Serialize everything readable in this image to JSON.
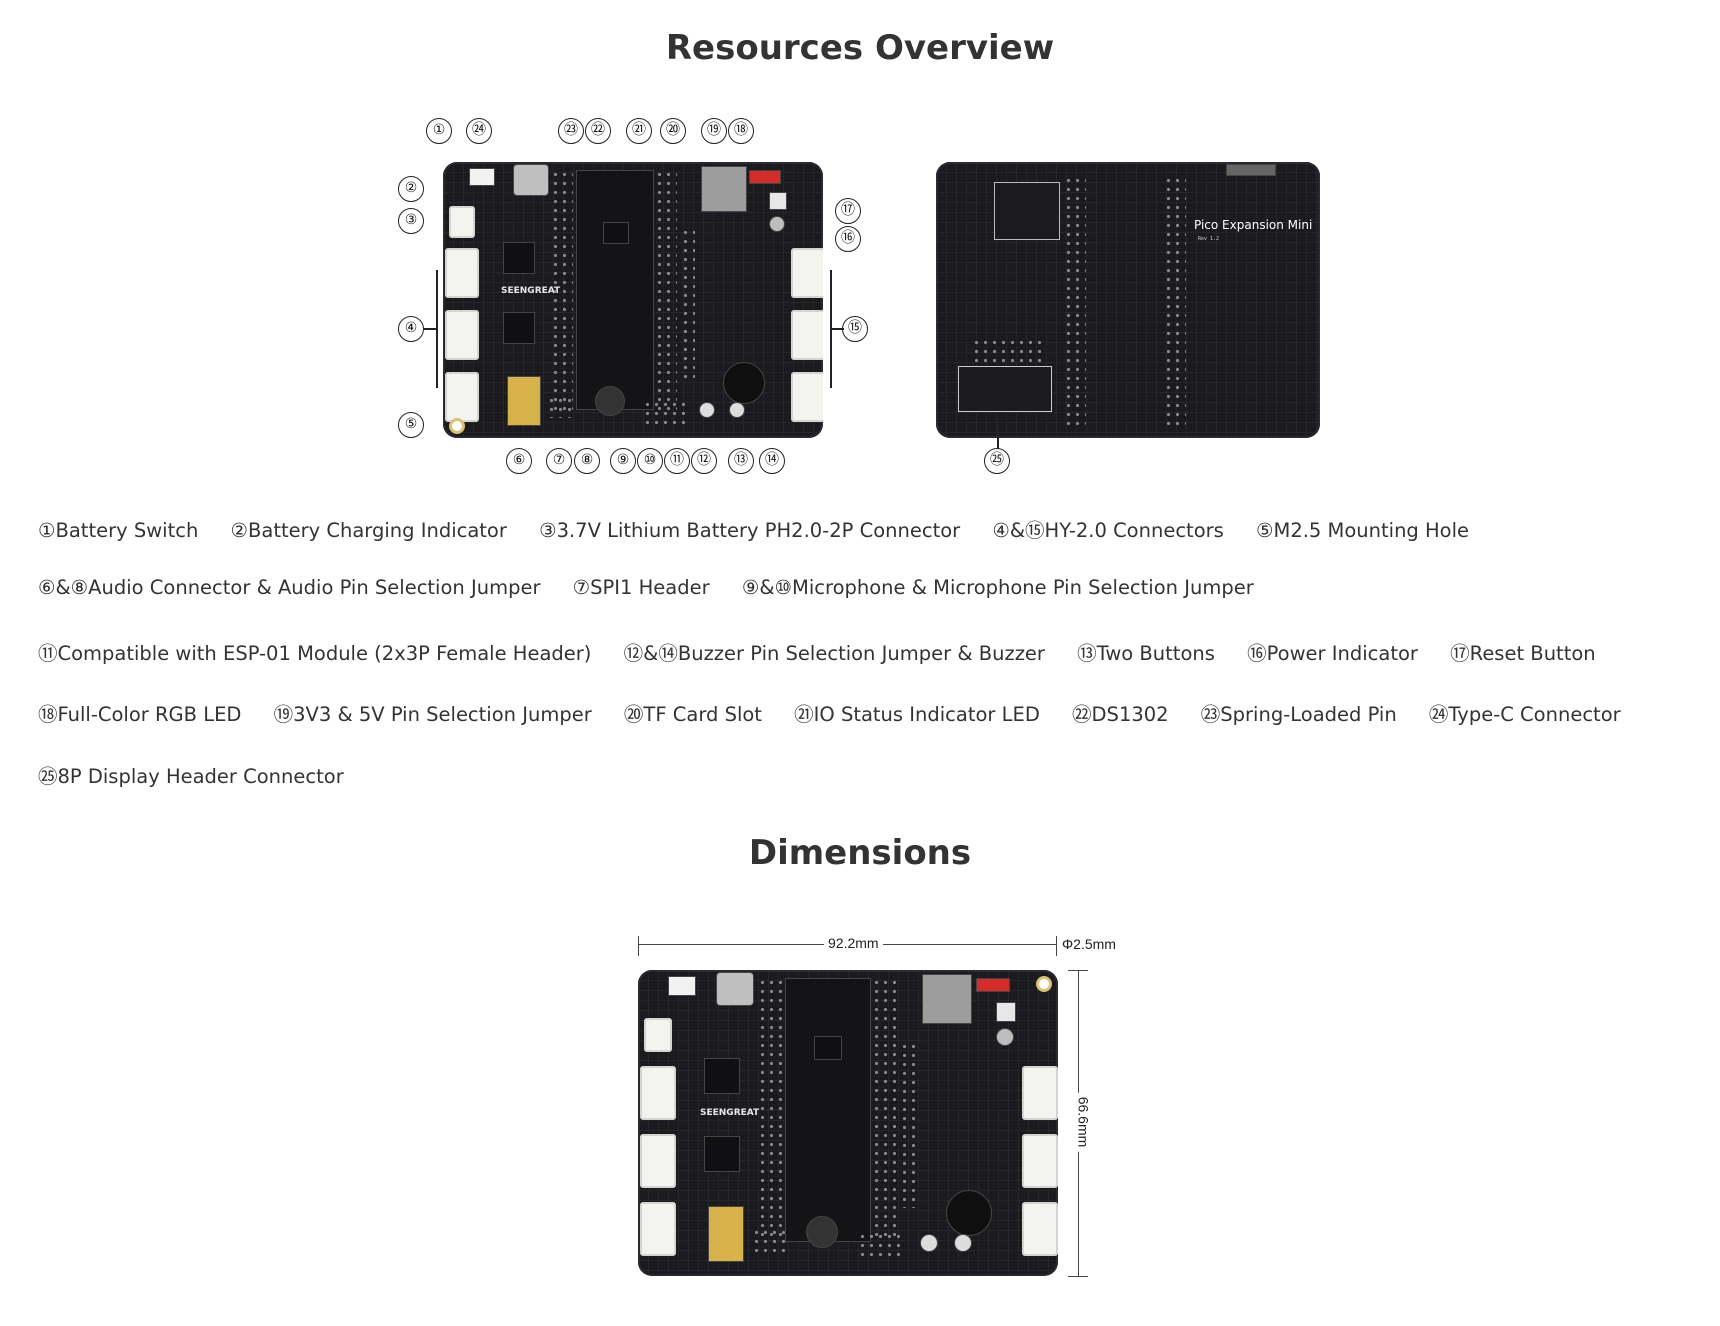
{
  "sections": {
    "resources_title": "Resources Overview",
    "dimensions_title": "Dimensions"
  },
  "front_board": {
    "silkscreen_brand": "SEENGREAT",
    "callouts": [
      "①",
      "②",
      "③",
      "④",
      "⑤",
      "⑥",
      "⑦",
      "⑧",
      "⑨",
      "⑩",
      "⑪",
      "⑫",
      "⑬",
      "⑭",
      "⑮",
      "⑯",
      "⑰",
      "⑱",
      "⑲",
      "⑳",
      "㉑",
      "㉒",
      "㉓",
      "㉔"
    ]
  },
  "back_board": {
    "product_name": "Pico Expansion Mini",
    "revision": "Rev 1.2",
    "callout": "㉕"
  },
  "descriptions": {
    "line1": [
      "①Battery Switch",
      "②Battery Charging Indicator",
      "③3.7V Lithium Battery PH2.0-2P Connector",
      "④&⑮HY-2.0 Connectors",
      "⑤M2.5 Mounting Hole"
    ],
    "line2": [
      "⑥&⑧Audio Connector & Audio Pin Selection Jumper",
      "⑦SPI1 Header",
      "⑨&⑩Microphone & Microphone Pin Selection Jumper"
    ],
    "line3": [
      "⑪Compatible with ESP-01 Module (2x3P Female Header)",
      "⑫&⑭Buzzer Pin Selection Jumper & Buzzer",
      "⑬Two Buttons",
      "⑯Power Indicator",
      "⑰Reset Button"
    ],
    "line4": [
      "⑱Full-Color RGB LED",
      "⑲3V3 & 5V Pin Selection Jumper",
      "⑳TF Card Slot",
      "㉑IO Status Indicator LED",
      "㉒DS1302",
      "㉓Spring-Loaded Pin",
      "㉔Type-C Connector"
    ],
    "line5": [
      "㉕8P Display Header Connector"
    ]
  },
  "dimensions": {
    "width_label": "92.2mm",
    "hole_label": "Φ2.5mm",
    "height_label": "66.6mm",
    "silkscreen_brand": "SEENGREAT"
  },
  "colors": {
    "pcb": "#1b1b1f",
    "connector": "#f3f3f0",
    "jumper_red": "#d42b2b",
    "gold": "#d7b24a"
  }
}
